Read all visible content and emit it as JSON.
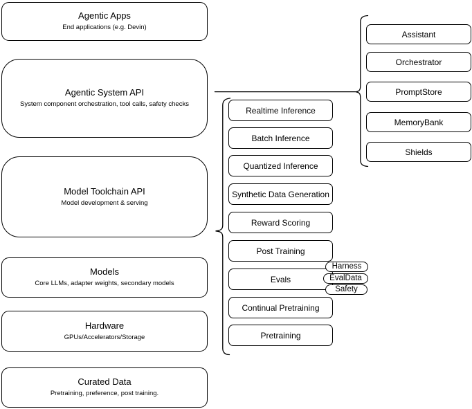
{
  "diagram": {
    "layers": [
      {
        "title": "Agentic Apps",
        "subtitle": "End applications (e.g. Devin)"
      },
      {
        "title": "Agentic System API",
        "subtitle": "System component orchestration, tool calls, safety checks"
      },
      {
        "title": "Model Toolchain API",
        "subtitle": "Model development & serving"
      },
      {
        "title": "Models",
        "subtitle": "Core LLMs, adapter weights, secondary models"
      },
      {
        "title": "Hardware",
        "subtitle": "GPUs/Accelerators/Storage"
      },
      {
        "title": "Curated Data",
        "subtitle": "Pretraining, preference, post training."
      }
    ],
    "toolchain_items": [
      "Realtime Inference",
      "Batch Inference",
      "Quantized Inference",
      "Synthetic Data Generation",
      "Reward Scoring",
      "Post Training",
      "Evals",
      "Continual Pretraining",
      "Pretraining"
    ],
    "eval_tags": [
      "Harness",
      "EvalData",
      "Safety"
    ],
    "system_components": [
      "Assistant",
      "Orchestrator",
      "PromptStore",
      "MemoryBank",
      "Shields"
    ],
    "colors": {
      "stroke": "#000000",
      "fill": "#ffffff",
      "background": "#ffffff"
    }
  }
}
